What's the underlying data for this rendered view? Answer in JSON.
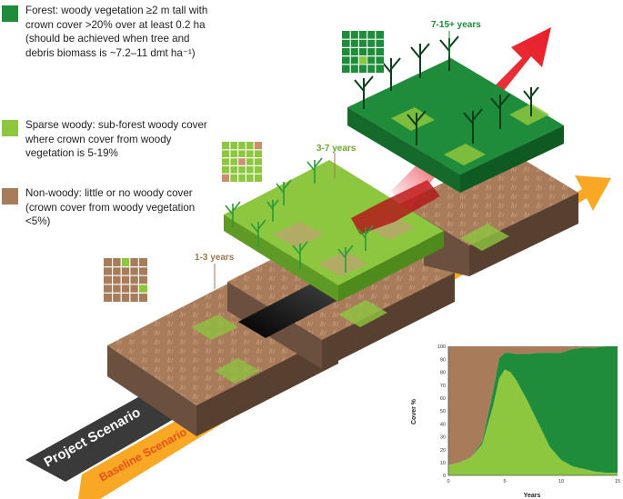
{
  "legend": {
    "forest": {
      "text": "Forest: woody vegetation ≥2 m tall with crown cover >20% over at least 0.2 ha (should be achieved when tree and debris biomass is ~7.2–11 dmt ha⁻¹)",
      "color": "#1e8c3a"
    },
    "sparse": {
      "text": "Sparse woody: sub-forest woody cover where crown cover from woody vegetation is 5-19%",
      "color": "#8dc63f"
    },
    "nonwoody": {
      "text": "Non-woody: little or no woody cover (crown cover from woody vegetation <5%)",
      "color": "#a87c5a"
    }
  },
  "stages": {
    "stage1": "1-3 years",
    "stage2": "3-7 years",
    "stage3": "7-15+ years"
  },
  "scenarios": {
    "project": "Project Scenario",
    "baseline": "Baseline Scenario"
  },
  "colors": {
    "forest": "#1e8c3a",
    "sparse": "#8dc63f",
    "soil": "#a87c5a",
    "soil_side": "#6b5040",
    "arrow_red": "#e8202a",
    "arrow_orange": "#f9a825",
    "project_bar": "#3a3a3a"
  },
  "chart_data": {
    "type": "area",
    "xlabel": "Years",
    "ylabel": "Cover %",
    "xlim": [
      0,
      15
    ],
    "ylim": [
      0,
      100
    ],
    "xticks": [
      0,
      5,
      10,
      15
    ],
    "yticks": [
      0,
      10,
      20,
      30,
      40,
      50,
      60,
      70,
      80,
      90,
      100
    ],
    "x": [
      0,
      1,
      2,
      3,
      4,
      4.5,
      5,
      5.5,
      6,
      7,
      8,
      9,
      10,
      11,
      12,
      13,
      14,
      15
    ],
    "series": [
      {
        "name": "Sparse woody",
        "color": "#8dc63f",
        "values": [
          8,
          10,
          14,
          24,
          55,
          75,
          82,
          80,
          74,
          58,
          40,
          22,
          12,
          7,
          5,
          3,
          2,
          2
        ]
      },
      {
        "name": "Forest",
        "color": "#1e8c3a",
        "values": [
          0,
          0,
          0,
          2,
          12,
          16,
          13,
          15,
          20,
          36,
          55,
          73,
          83,
          91,
          94,
          96,
          98,
          98
        ]
      },
      {
        "name": "Non-woody",
        "color": "#a87c5a",
        "values": [
          92,
          90,
          86,
          74,
          33,
          9,
          5,
          5,
          6,
          6,
          5,
          5,
          5,
          2,
          1,
          1,
          0,
          0
        ]
      }
    ]
  }
}
